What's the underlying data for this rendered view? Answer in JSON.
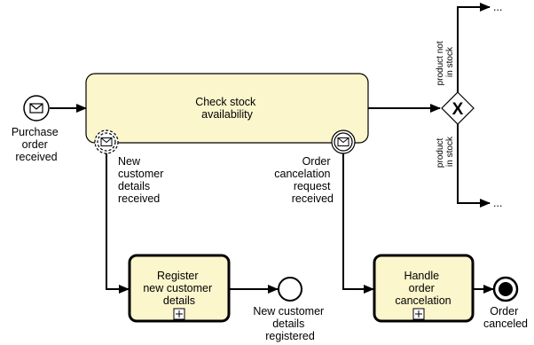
{
  "diagram": {
    "start_event": {
      "label_lines": [
        "Purchase",
        "order",
        "received"
      ],
      "icon": "envelope-icon"
    },
    "check_task": {
      "label_lines": [
        "Check stock",
        "availability"
      ]
    },
    "boundary_new_customer": {
      "label_lines": [
        "New",
        "customer",
        "details",
        "received"
      ],
      "icon": "envelope-icon",
      "interrupting": false
    },
    "boundary_cancel": {
      "label_lines": [
        "Order",
        "cancelation",
        "request",
        "received"
      ],
      "icon": "envelope-icon",
      "interrupting": true
    },
    "gateway": {
      "marker": "X",
      "upper_label_lines": [
        "product not",
        "in stock"
      ],
      "lower_label_lines": [
        "product",
        "in stock"
      ]
    },
    "register_task": {
      "label_lines": [
        "Register",
        "new customer",
        "details"
      ],
      "marker": "⊞"
    },
    "end_registered": {
      "label_lines": [
        "New customer",
        "details",
        "registered"
      ]
    },
    "handle_task": {
      "label_lines": [
        "Handle",
        "order",
        "cancelation"
      ],
      "marker": "⊞"
    },
    "end_canceled": {
      "label_lines": [
        "Order",
        "canceled"
      ]
    },
    "continuation": "..."
  },
  "colors": {
    "task_fill": "#fbf6cc",
    "stroke": "#000000",
    "background": "#ffffff"
  }
}
